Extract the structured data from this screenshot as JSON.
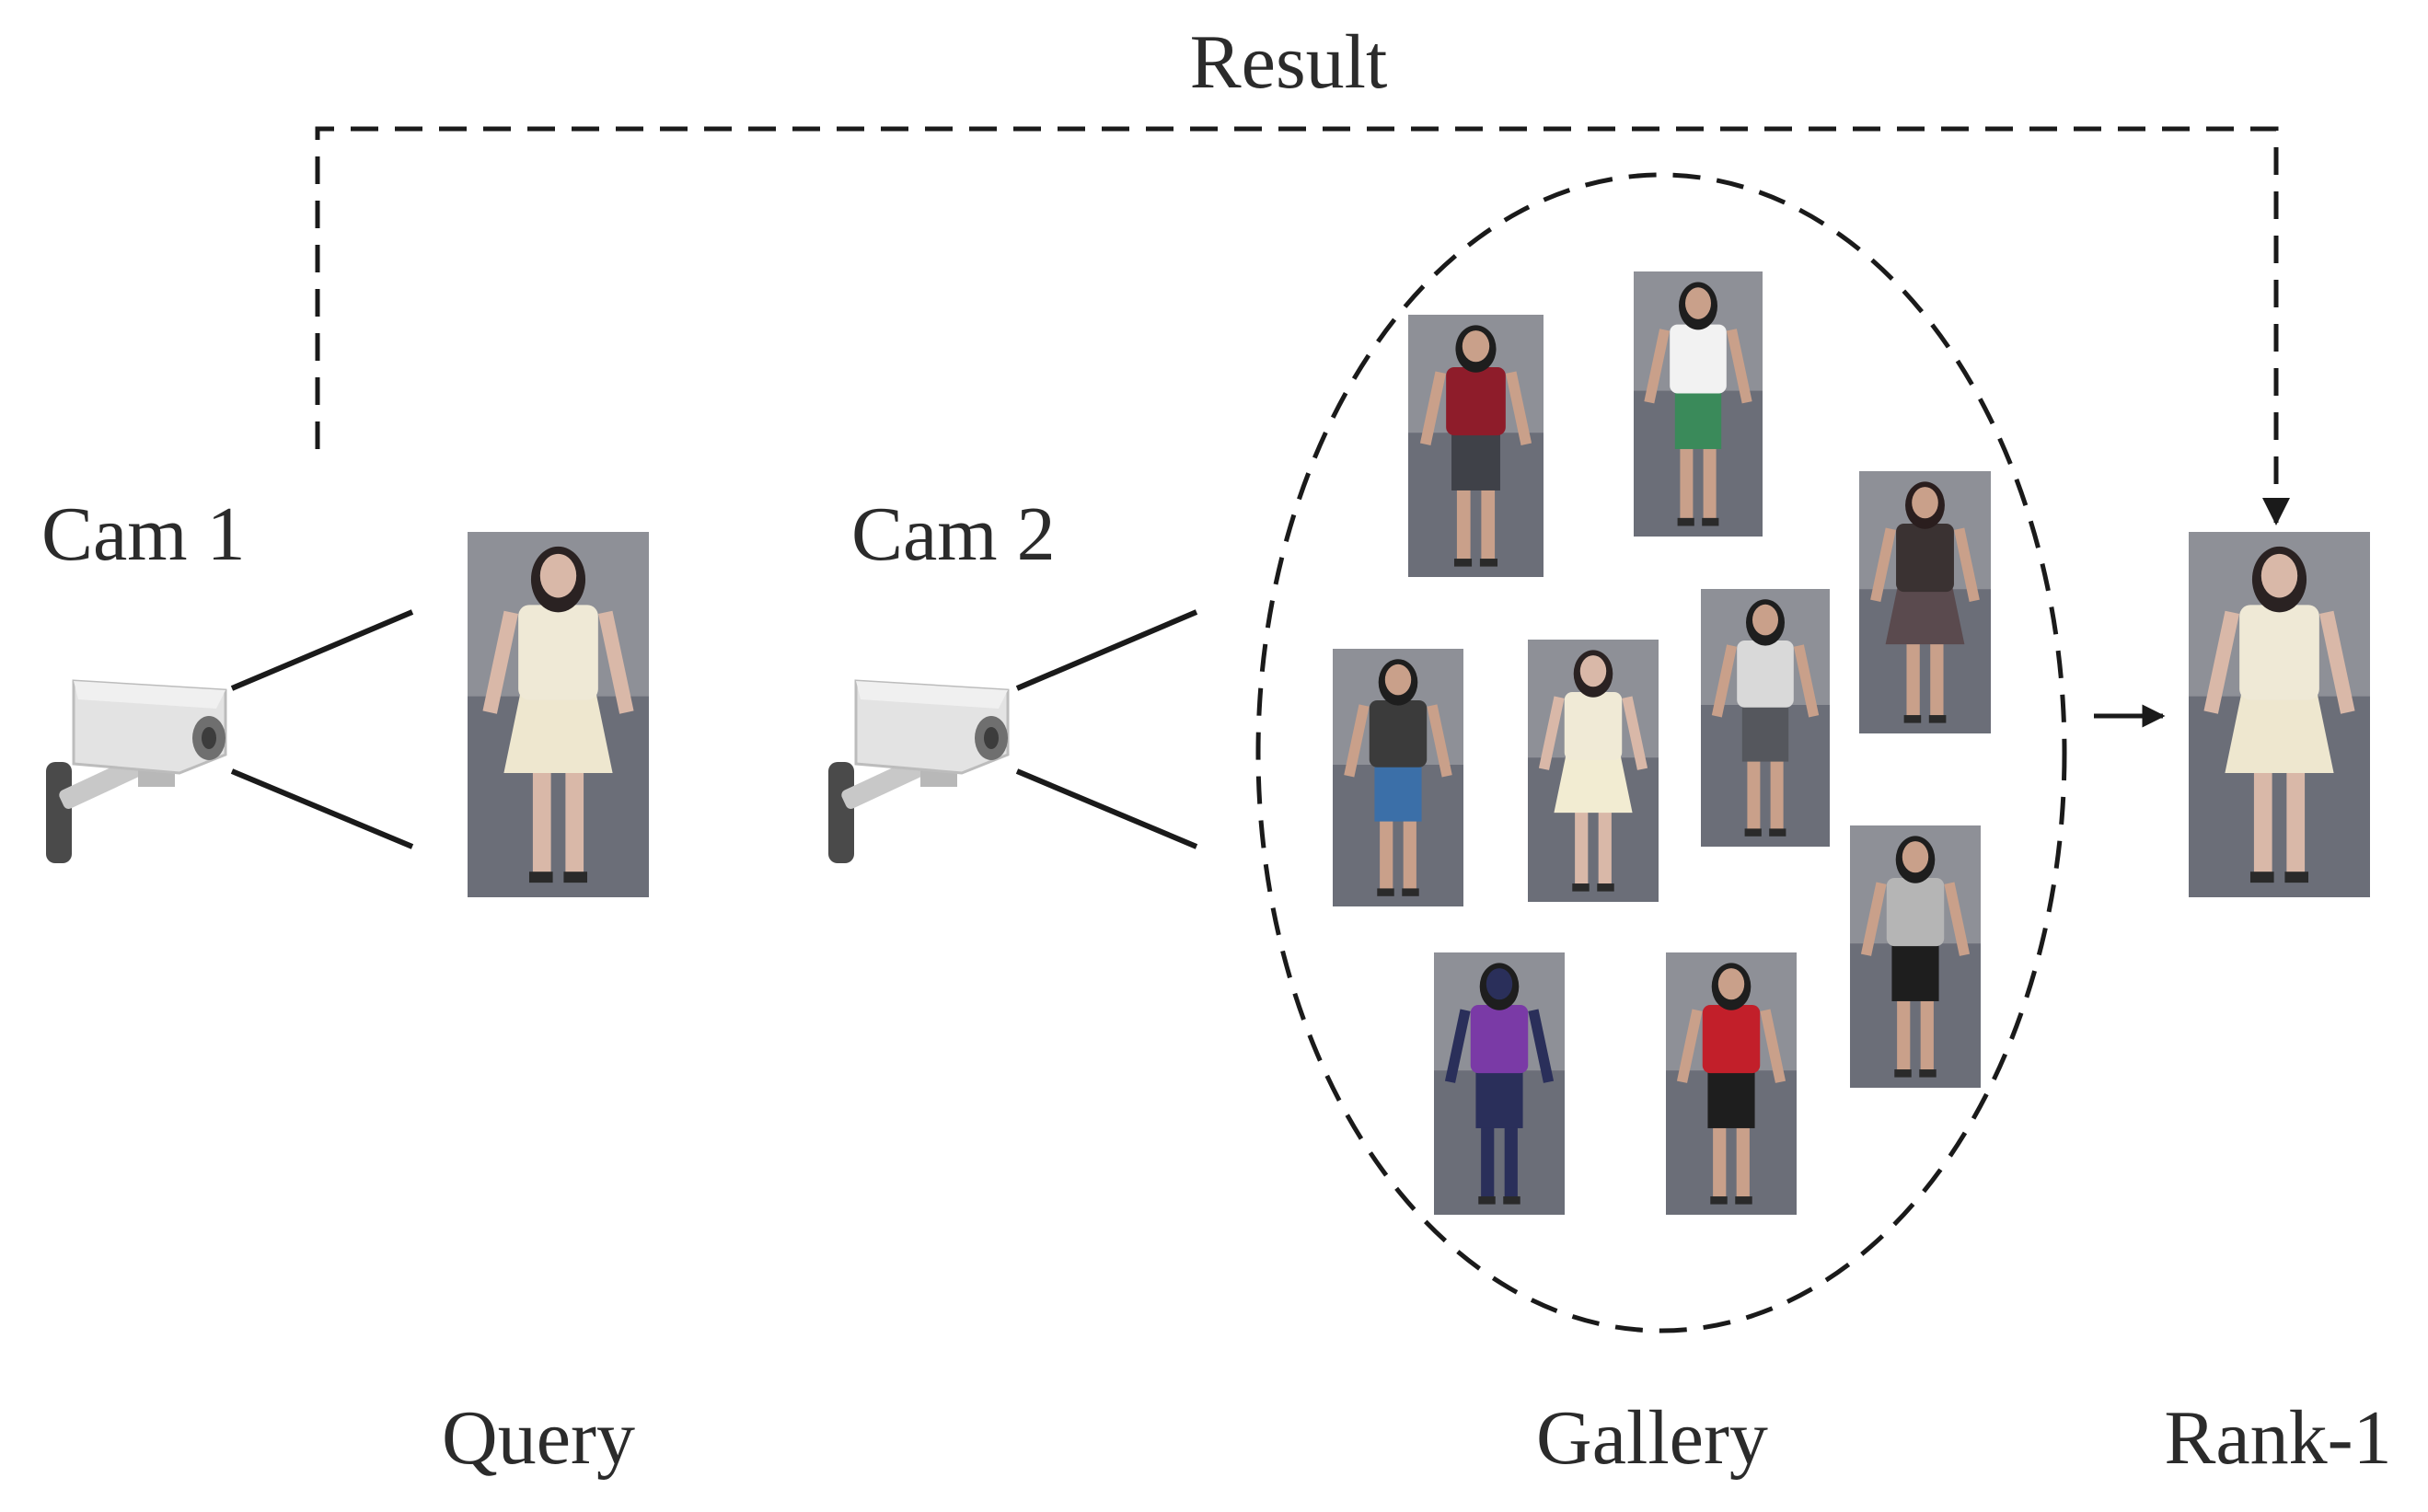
{
  "labels": {
    "result": "Result",
    "cam1": "Cam 1",
    "cam2": "Cam 2",
    "query": "Query",
    "gallery": "Gallery",
    "rank1": "Rank-1"
  },
  "colors": {
    "line": "#1a1a1a",
    "text": "#2b2b2b",
    "camera_body": "#e3e3e3",
    "camera_lens": "#6f6f6f",
    "camera_mount": "#4a4a4a",
    "photo_ground": "#6b6e78"
  },
  "photos": {
    "query": {
      "name": "query-photo",
      "shirt": "#efe9d6",
      "skirt": "#eee7cf",
      "hair": "#2a2222",
      "legs": "#d9b8a8",
      "dress": true
    },
    "rank1": {
      "name": "rank1-photo",
      "shirt": "#efe9d6",
      "skirt": "#eee7cf",
      "hair": "#2a2222",
      "legs": "#d9b8a8",
      "dress": true
    },
    "gallery": [
      {
        "name": "gallery-photo-red-shirt",
        "shirt": "#8e1c2a",
        "skirt": "#3f4148",
        "hair": "#1e1e1e",
        "legs": "#c9a08a",
        "dress": false
      },
      {
        "name": "gallery-photo-cyclist",
        "shirt": "#f2f2f2",
        "skirt": "#3a8a5a",
        "hair": "#1e1e1e",
        "legs": "#c9a08a",
        "dress": false
      },
      {
        "name": "gallery-photo-dark-top",
        "shirt": "#3a3232",
        "skirt": "#5a4a4e",
        "hair": "#2a1e1e",
        "legs": "#c9a08a",
        "dress": true
      },
      {
        "name": "gallery-photo-dark-shirt",
        "shirt": "#3b3b3b",
        "skirt": "#3b6fa8",
        "hair": "#1e1e1e",
        "legs": "#c9a08a",
        "dress": false
      },
      {
        "name": "gallery-photo-white-dress",
        "shirt": "#f0ead6",
        "skirt": "#f2ecd2",
        "hair": "#2a2222",
        "legs": "#d9b8a8",
        "dress": true
      },
      {
        "name": "gallery-photo-backpack",
        "shirt": "#d9d9d9",
        "skirt": "#55575d",
        "hair": "#1e1e1e",
        "legs": "#c9a08a",
        "dress": false
      },
      {
        "name": "gallery-photo-grey-shirt",
        "shirt": "#b5b5b5",
        "skirt": "#1e1e1e",
        "hair": "#1e1e1e",
        "legs": "#c9a08a",
        "dress": false
      },
      {
        "name": "gallery-photo-purple-shirt",
        "shirt": "#7a3aa6",
        "skirt": "#2a2f5a",
        "hair": "#1e1e1e",
        "legs": "#2a2f5a",
        "dress": false
      },
      {
        "name": "gallery-photo-red-top",
        "shirt": "#c21f2a",
        "skirt": "#1e1e1e",
        "hair": "#1e1e1e",
        "legs": "#c9a08a",
        "dress": false
      }
    ]
  }
}
